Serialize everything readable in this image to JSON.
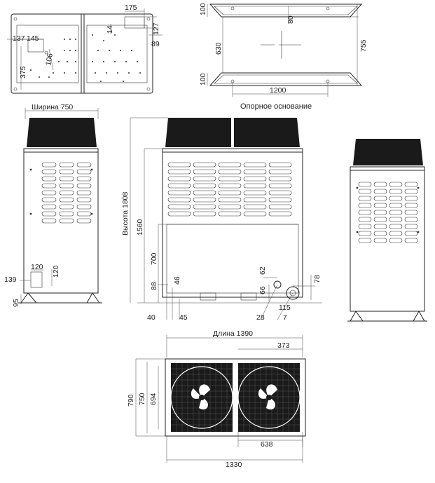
{
  "captions": {
    "base_caption": "Опорное основание",
    "width_label": "Ширина 750",
    "height_label": "Высота 1808",
    "length_label": "Длина 1390"
  },
  "dims": {
    "top_175": "175",
    "top_127": "127",
    "top_89": "89",
    "top_137": "137",
    "top_145": "145",
    "top_14": "14",
    "top_106": "106",
    "top_375": "375",
    "base_100_top": "100",
    "base_80": "80",
    "base_630": "630",
    "base_755": "755",
    "base_100_bottom": "100",
    "base_1200": "1200",
    "side_120_h": "120",
    "side_120_v": "120",
    "side_139": "139",
    "side_95": "95",
    "front_1560": "1560",
    "front_700": "700",
    "front_88": "88",
    "front_46": "46",
    "front_40": "40",
    "front_45": "45",
    "front_62": "62",
    "front_66": "66",
    "front_78": "78",
    "front_115": "115",
    "front_28": "28",
    "front_7": "7",
    "bottom_373": "373",
    "bottom_790": "790",
    "bottom_750": "750",
    "bottom_694": "694",
    "bottom_638": "638",
    "bottom_1330": "1330"
  }
}
